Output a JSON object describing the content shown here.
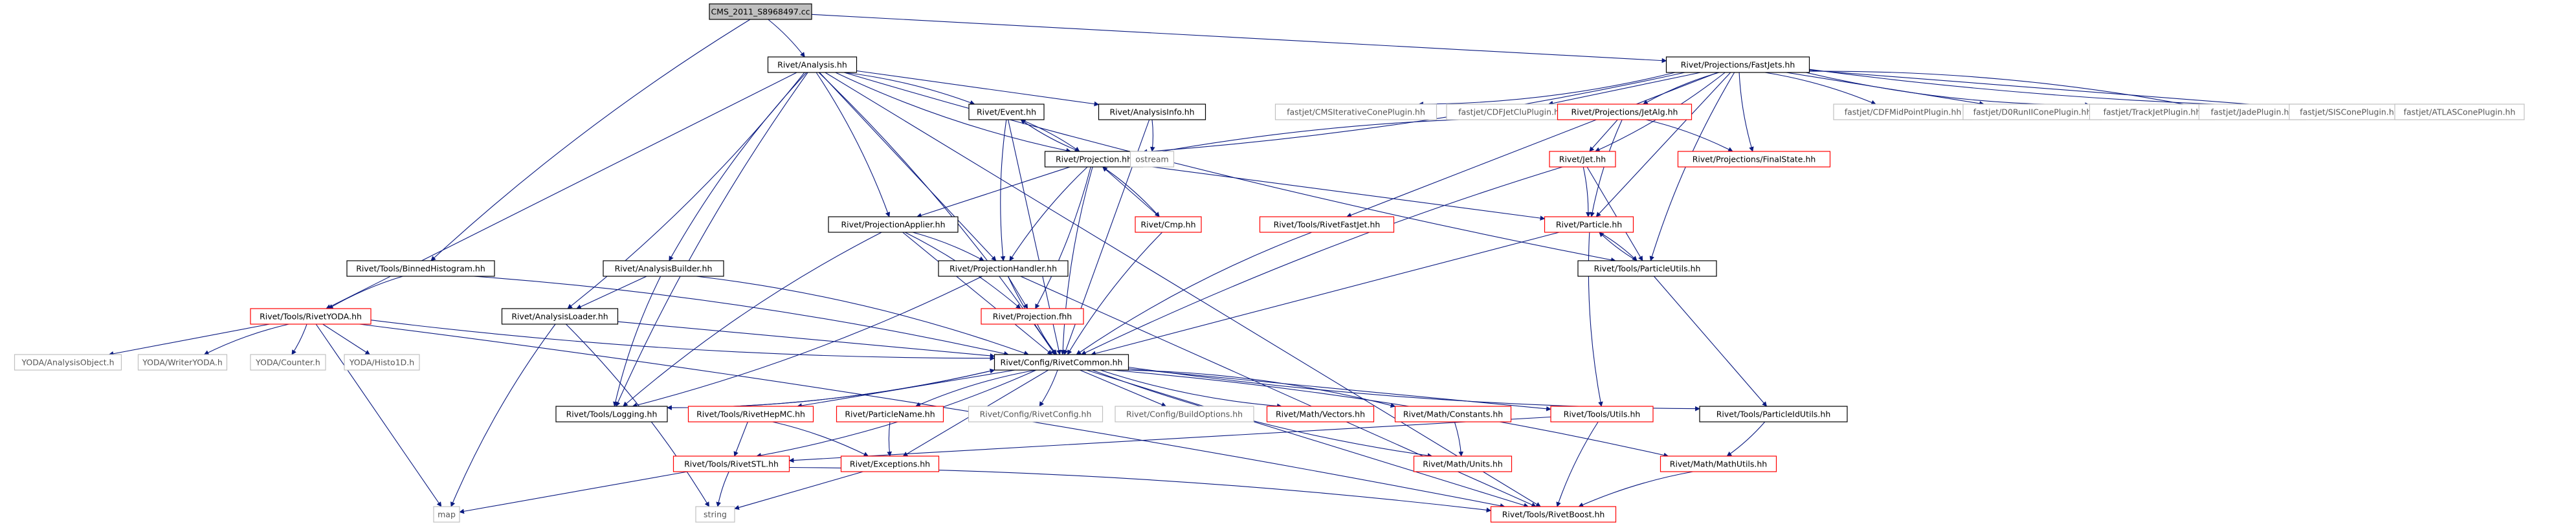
{
  "nodes": [
    {
      "id": "root",
      "label": "CMS_2011_S8968497.cc",
      "kind": "root"
    },
    {
      "id": "analysis",
      "label": "Rivet/Analysis.hh",
      "kind": "normal"
    },
    {
      "id": "fastjets",
      "label": "Rivet/Projections/FastJets.hh",
      "kind": "normal"
    },
    {
      "id": "event",
      "label": "Rivet/Event.hh",
      "kind": "normal"
    },
    {
      "id": "analysisinfo",
      "label": "Rivet/AnalysisInfo.hh",
      "kind": "normal"
    },
    {
      "id": "cms_iter",
      "label": "fastjet/CMSIterativeConePlugin.hh",
      "kind": "ext"
    },
    {
      "id": "cdfjetclu",
      "label": "fastjet/CDFJetCluPlugin.hh",
      "kind": "ext"
    },
    {
      "id": "jetalg",
      "label": "Rivet/Projections/JetAlg.hh",
      "kind": "red"
    },
    {
      "id": "cdfmidpoint",
      "label": "fastjet/CDFMidPointPlugin.hh",
      "kind": "ext"
    },
    {
      "id": "d0run",
      "label": "fastjet/D0RunIIConePlugin.hh",
      "kind": "ext"
    },
    {
      "id": "trackjet",
      "label": "fastjet/TrackJetPlugin.hh",
      "kind": "ext"
    },
    {
      "id": "jade",
      "label": "fastjet/JadePlugin.hh",
      "kind": "ext"
    },
    {
      "id": "siscone",
      "label": "fastjet/SISConePlugin.hh",
      "kind": "ext"
    },
    {
      "id": "atlascone",
      "label": "fastjet/ATLASConePlugin.hh",
      "kind": "ext"
    },
    {
      "id": "projection",
      "label": "Rivet/Projection.hh",
      "kind": "normal"
    },
    {
      "id": "ostream",
      "label": "ostream",
      "kind": "ext"
    },
    {
      "id": "finalstate",
      "label": "Rivet/Projections/FinalState.hh",
      "kind": "red"
    },
    {
      "id": "jet",
      "label": "Rivet/Jet.hh",
      "kind": "red"
    },
    {
      "id": "projapplier",
      "label": "Rivet/ProjectionApplier.hh",
      "kind": "normal"
    },
    {
      "id": "cmp",
      "label": "Rivet/Cmp.hh",
      "kind": "red"
    },
    {
      "id": "rivetfastjet",
      "label": "Rivet/Tools/RivetFastJet.hh",
      "kind": "red"
    },
    {
      "id": "particle",
      "label": "Rivet/Particle.hh",
      "kind": "red"
    },
    {
      "id": "binnedhisto",
      "label": "Rivet/Tools/BinnedHistogram.hh",
      "kind": "normal"
    },
    {
      "id": "analysisbuilder",
      "label": "Rivet/AnalysisBuilder.hh",
      "kind": "normal"
    },
    {
      "id": "projhandler",
      "label": "Rivet/ProjectionHandler.hh",
      "kind": "normal"
    },
    {
      "id": "particleutils",
      "label": "Rivet/Tools/ParticleUtils.hh",
      "kind": "normal"
    },
    {
      "id": "rivetyoda",
      "label": "Rivet/Tools/RivetYODA.hh",
      "kind": "red"
    },
    {
      "id": "analysisloader",
      "label": "Rivet/AnalysisLoader.hh",
      "kind": "normal"
    },
    {
      "id": "projectionfhh",
      "label": "Rivet/Projection.fhh",
      "kind": "red"
    },
    {
      "id": "yoda_ao",
      "label": "YODA/AnalysisObject.h",
      "kind": "ext"
    },
    {
      "id": "yoda_write",
      "label": "YODA/WriterYODA.h",
      "kind": "ext"
    },
    {
      "id": "yoda_counter",
      "label": "YODA/Counter.h",
      "kind": "ext"
    },
    {
      "id": "yoda_histo",
      "label": "YODA/Histo1D.h",
      "kind": "ext"
    },
    {
      "id": "rivetcommon",
      "label": "Rivet/Config/RivetCommon.hh",
      "kind": "normal"
    },
    {
      "id": "logging",
      "label": "Rivet/Tools/Logging.hh",
      "kind": "normal"
    },
    {
      "id": "rivethepmc",
      "label": "Rivet/Tools/RivetHepMC.hh",
      "kind": "red"
    },
    {
      "id": "particlename",
      "label": "Rivet/ParticleName.hh",
      "kind": "red"
    },
    {
      "id": "rivetconfig",
      "label": "Rivet/Config/RivetConfig.hh",
      "kind": "ext"
    },
    {
      "id": "buildoptions",
      "label": "Rivet/Config/BuildOptions.hh",
      "kind": "ext"
    },
    {
      "id": "vectors",
      "label": "Rivet/Math/Vectors.hh",
      "kind": "red"
    },
    {
      "id": "constants",
      "label": "Rivet/Math/Constants.hh",
      "kind": "red"
    },
    {
      "id": "toolsutils",
      "label": "Rivet/Tools/Utils.hh",
      "kind": "red"
    },
    {
      "id": "particleidutils",
      "label": "Rivet/Tools/ParticleIdUtils.hh",
      "kind": "normal"
    },
    {
      "id": "rivetstl",
      "label": "Rivet/Tools/RivetSTL.hh",
      "kind": "red"
    },
    {
      "id": "exceptions",
      "label": "Rivet/Exceptions.hh",
      "kind": "red"
    },
    {
      "id": "units",
      "label": "Rivet/Math/Units.hh",
      "kind": "red"
    },
    {
      "id": "mathutils",
      "label": "Rivet/Math/MathUtils.hh",
      "kind": "red"
    },
    {
      "id": "map",
      "label": "map",
      "kind": "ext"
    },
    {
      "id": "string",
      "label": "string",
      "kind": "ext"
    },
    {
      "id": "rivetboost",
      "label": "Rivet/Tools/RivetBoost.hh",
      "kind": "red"
    }
  ],
  "edges": [
    [
      "root",
      "analysis"
    ],
    [
      "root",
      "fastjets"
    ],
    [
      "root",
      "binnedhisto"
    ],
    [
      "analysis",
      "event"
    ],
    [
      "analysis",
      "analysisinfo"
    ],
    [
      "analysis",
      "projection"
    ],
    [
      "analysis",
      "projapplier"
    ],
    [
      "analysis",
      "projhandler"
    ],
    [
      "analysis",
      "analysisbuilder"
    ],
    [
      "analysis",
      "analysisloader"
    ],
    [
      "analysis",
      "rivetyoda"
    ],
    [
      "analysis",
      "logging"
    ],
    [
      "analysis",
      "rivetcommon"
    ],
    [
      "analysis",
      "rivetboost"
    ],
    [
      "analysis",
      "particleutils"
    ],
    [
      "fastjets",
      "cms_iter"
    ],
    [
      "fastjets",
      "cdfjetclu"
    ],
    [
      "fastjets",
      "jetalg"
    ],
    [
      "fastjets",
      "cdfmidpoint"
    ],
    [
      "fastjets",
      "d0run"
    ],
    [
      "fastjets",
      "trackjet"
    ],
    [
      "fastjets",
      "jade"
    ],
    [
      "fastjets",
      "siscone"
    ],
    [
      "fastjets",
      "atlascone"
    ],
    [
      "fastjets",
      "projection"
    ],
    [
      "fastjets",
      "rivetfastjet"
    ],
    [
      "fastjets",
      "finalstate"
    ],
    [
      "fastjets",
      "jet"
    ],
    [
      "fastjets",
      "particle"
    ],
    [
      "fastjets",
      "particleutils"
    ],
    [
      "event",
      "projection"
    ],
    [
      "event",
      "rivetcommon"
    ],
    [
      "event",
      "projhandler"
    ],
    [
      "analysisinfo",
      "ostream"
    ],
    [
      "analysisinfo",
      "rivetcommon"
    ],
    [
      "jetalg",
      "projection"
    ],
    [
      "jetalg",
      "finalstate"
    ],
    [
      "jetalg",
      "jet"
    ],
    [
      "jetalg",
      "particle"
    ],
    [
      "projection",
      "event"
    ],
    [
      "projection",
      "projapplier"
    ],
    [
      "projection",
      "projhandler"
    ],
    [
      "projection",
      "cmp"
    ],
    [
      "projection",
      "particle"
    ],
    [
      "projection",
      "rivetcommon"
    ],
    [
      "projection",
      "projectionfhh"
    ],
    [
      "cmp",
      "projection"
    ],
    [
      "cmp",
      "rivetcommon"
    ],
    [
      "jet",
      "particle"
    ],
    [
      "jet",
      "particleutils"
    ],
    [
      "jet",
      "rivetcommon"
    ],
    [
      "particle",
      "particleutils"
    ],
    [
      "particle",
      "rivetcommon"
    ],
    [
      "particle",
      "toolsutils"
    ],
    [
      "particleutils",
      "particle"
    ],
    [
      "particleutils",
      "particleidutils"
    ],
    [
      "rivetfastjet",
      "rivetcommon"
    ],
    [
      "projapplier",
      "projhandler"
    ],
    [
      "projapplier",
      "rivetcommon"
    ],
    [
      "projapplier",
      "logging"
    ],
    [
      "projapplier",
      "projectionfhh"
    ],
    [
      "projhandler",
      "projectionfhh"
    ],
    [
      "projhandler",
      "rivetcommon"
    ],
    [
      "projhandler",
      "logging"
    ],
    [
      "projhandler",
      "rivetboost"
    ],
    [
      "binnedhisto",
      "rivetyoda"
    ],
    [
      "binnedhisto",
      "rivetcommon"
    ],
    [
      "analysisbuilder",
      "analysisloader"
    ],
    [
      "analysisbuilder",
      "logging"
    ],
    [
      "analysisbuilder",
      "rivetcommon"
    ],
    [
      "analysisloader",
      "rivetcommon"
    ],
    [
      "analysisloader",
      "map"
    ],
    [
      "analysisloader",
      "string"
    ],
    [
      "rivetyoda",
      "yoda_ao"
    ],
    [
      "rivetyoda",
      "yoda_write"
    ],
    [
      "rivetyoda",
      "yoda_counter"
    ],
    [
      "rivetyoda",
      "yoda_histo"
    ],
    [
      "rivetyoda",
      "rivetcommon"
    ],
    [
      "rivetyoda",
      "rivetboost"
    ],
    [
      "rivetyoda",
      "map"
    ],
    [
      "projectionfhh",
      "rivetcommon"
    ],
    [
      "rivetcommon",
      "logging"
    ],
    [
      "rivetcommon",
      "rivethepmc"
    ],
    [
      "rivetcommon",
      "particlename"
    ],
    [
      "rivetcommon",
      "rivetconfig"
    ],
    [
      "rivetcommon",
      "buildoptions"
    ],
    [
      "rivetcommon",
      "vectors"
    ],
    [
      "rivetcommon",
      "constants"
    ],
    [
      "rivetcommon",
      "toolsutils"
    ],
    [
      "rivetcommon",
      "particleidutils"
    ],
    [
      "rivetcommon",
      "rivetstl"
    ],
    [
      "rivetcommon",
      "exceptions"
    ],
    [
      "rivetcommon",
      "units"
    ],
    [
      "rivetcommon",
      "mathutils"
    ],
    [
      "rivetcommon",
      "rivetboost"
    ],
    [
      "logging",
      "rivetcommon"
    ],
    [
      "rivethepmc",
      "exceptions"
    ],
    [
      "rivethepmc",
      "rivetstl"
    ],
    [
      "particlename",
      "exceptions"
    ],
    [
      "constants",
      "units"
    ],
    [
      "toolsutils",
      "rivetstl"
    ],
    [
      "toolsutils",
      "rivetboost"
    ],
    [
      "particleidutils",
      "mathutils"
    ],
    [
      "rivetstl",
      "map"
    ],
    [
      "rivetstl",
      "string"
    ],
    [
      "rivetstl",
      "rivetboost"
    ],
    [
      "exceptions",
      "string"
    ],
    [
      "mathutils",
      "rivetboost"
    ]
  ]
}
